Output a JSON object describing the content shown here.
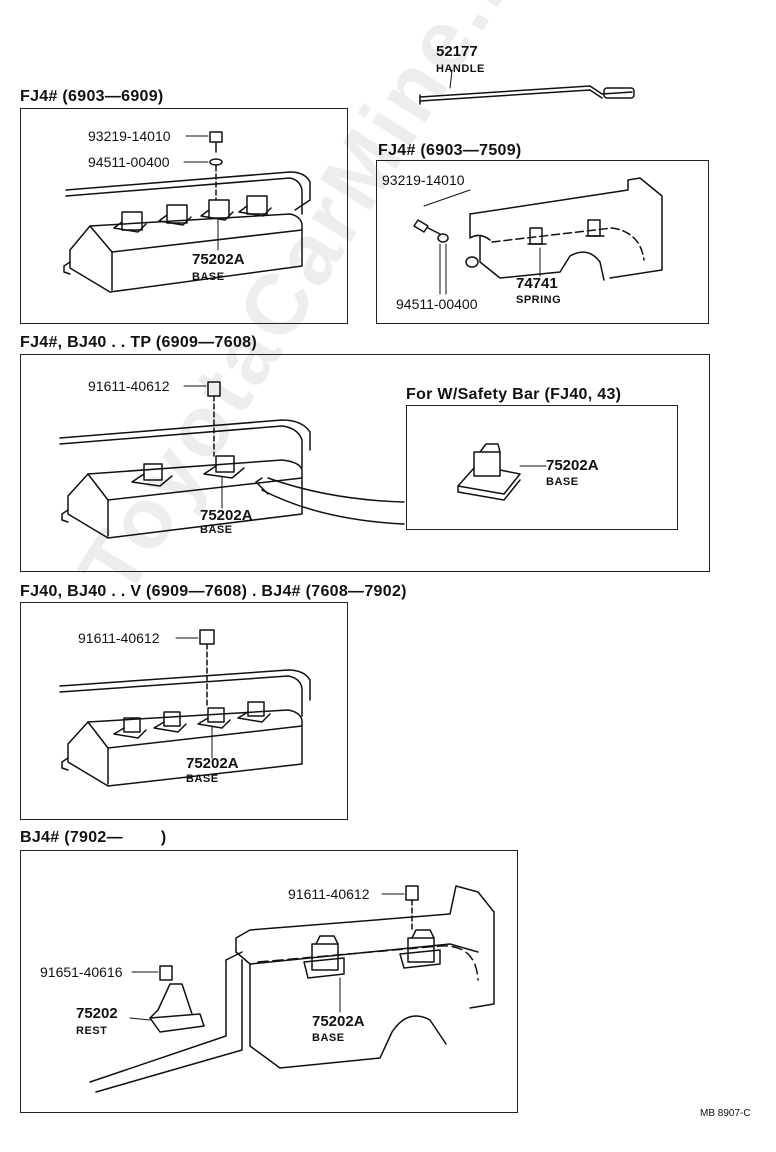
{
  "watermark": "ToyotaCarMine.ru",
  "footer_code": "MB 8907-C",
  "handle": {
    "part": "52177",
    "name": "HANDLE"
  },
  "sections": [
    {
      "title": "FJ4# (6903—6909)",
      "parts": [
        {
          "part": "93219-14010"
        },
        {
          "part": "94511-00400"
        },
        {
          "part": "75202A",
          "name": "BASE"
        }
      ]
    },
    {
      "title": "FJ4# (6903—7509)",
      "parts": [
        {
          "part": "93219-14010"
        },
        {
          "part": "94511-00400"
        },
        {
          "part": "74741",
          "name": "SPRING"
        }
      ]
    },
    {
      "title": "FJ4#, BJ40 . . TP (6909—7608)",
      "parts": [
        {
          "part": "91611-40612"
        },
        {
          "part": "75202A",
          "name": "BASE"
        }
      ],
      "inset": {
        "title": "For W/Safety Bar (FJ40, 43)",
        "part": "75202A",
        "name": "BASE"
      }
    },
    {
      "title": "FJ40, BJ40 . . V (6909—7608) . BJ4# (7608—7902)",
      "parts": [
        {
          "part": "91611-40612"
        },
        {
          "part": "75202A",
          "name": "BASE"
        }
      ]
    },
    {
      "title": "BJ4# (7902—        )",
      "parts": [
        {
          "part": "91611-40612"
        },
        {
          "part": "91651-40616"
        },
        {
          "part": "75202",
          "name": "REST"
        },
        {
          "part": "75202A",
          "name": "BASE"
        }
      ]
    }
  ]
}
